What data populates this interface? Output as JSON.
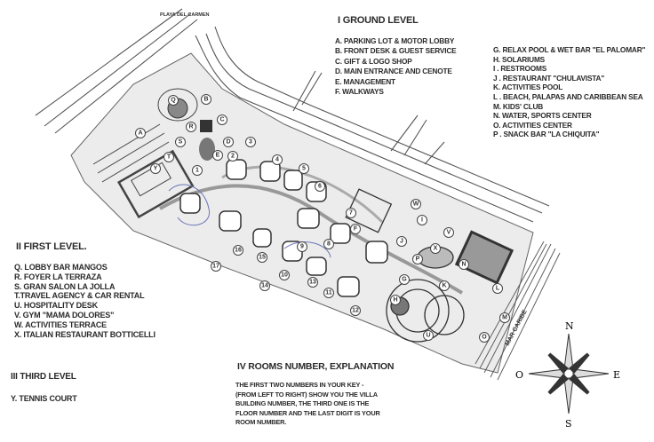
{
  "map": {
    "road_label": "PLAYA DEL CARMEN",
    "sea_label": "MAR CARIBE",
    "markers": [
      "A",
      "B",
      "C",
      "D",
      "E",
      "Q",
      "R",
      "S",
      "T",
      "Y",
      "1",
      "2",
      "3",
      "4",
      "5",
      "6",
      "7",
      "8",
      "9",
      "10",
      "11",
      "12",
      "13",
      "14",
      "15",
      "16",
      "17",
      "F",
      "G",
      "H",
      "I",
      "J",
      "K",
      "L",
      "M",
      "N",
      "O",
      "P",
      "U",
      "V",
      "W",
      "X"
    ]
  },
  "compass": {
    "north": "N",
    "south": "S",
    "east": "E",
    "west": "O"
  },
  "ground_level": {
    "title": "I GROUND LEVEL",
    "items_left": [
      "A. PARKING LOT & MOTOR LOBBY",
      "B. FRONT DESK & GUEST SERVICE",
      "C. GIFT & LOGO SHOP",
      "D. MAIN ENTRANCE AND CENOTE",
      "E. MANAGEMENT",
      "F. WALKWAYS"
    ],
    "items_right": [
      "G. RELAX POOL & WET BAR \"EL PALOMAR\"",
      "H. SOLARIUMS",
      "I . RESTROOMS",
      "J . RESTAURANT \"CHULAVISTA\"",
      "K. ACTIVITIES POOL",
      "L . BEACH, PALAPAS AND CARIBBEAN SEA",
      "M. KIDS' CLUB",
      "N. WATER, SPORTS CENTER",
      "O. ACTIVITIES CENTER",
      "P . SNACK BAR \"LA CHIQUITA\""
    ]
  },
  "first_level": {
    "title": "II FIRST LEVEL.",
    "items": [
      "Q. LOBBY BAR MANGOS",
      "R. FOYER LA TERRAZA",
      "S. GRAN SALON LA JOLLA",
      "T.TRAVEL AGENCY & CAR RENTAL",
      "U. HOSPITALITY DESK",
      "V. GYM \"MAMA DOLORES\"",
      "W. ACTIVITIES TERRACE",
      "X. ITALIAN RESTAURANT BOTTICELLI"
    ]
  },
  "third_level": {
    "title": "III THIRD LEVEL",
    "items": [
      "Y. TENNIS COURT"
    ]
  },
  "rooms": {
    "title": "IV ROOMS NUMBER, EXPLANATION",
    "lines": [
      "THE FIRST TWO NUMBERS IN YOUR KEY -",
      "(FROM LEFT TO RIGHT) SHOW YOU THE VILLA",
      "BUILDING NUMBER, THE THIRD ONE IS THE",
      "FLOOR NUMBER AND THE LAST DIGIT IS YOUR",
      "ROOM NUMBER."
    ]
  }
}
